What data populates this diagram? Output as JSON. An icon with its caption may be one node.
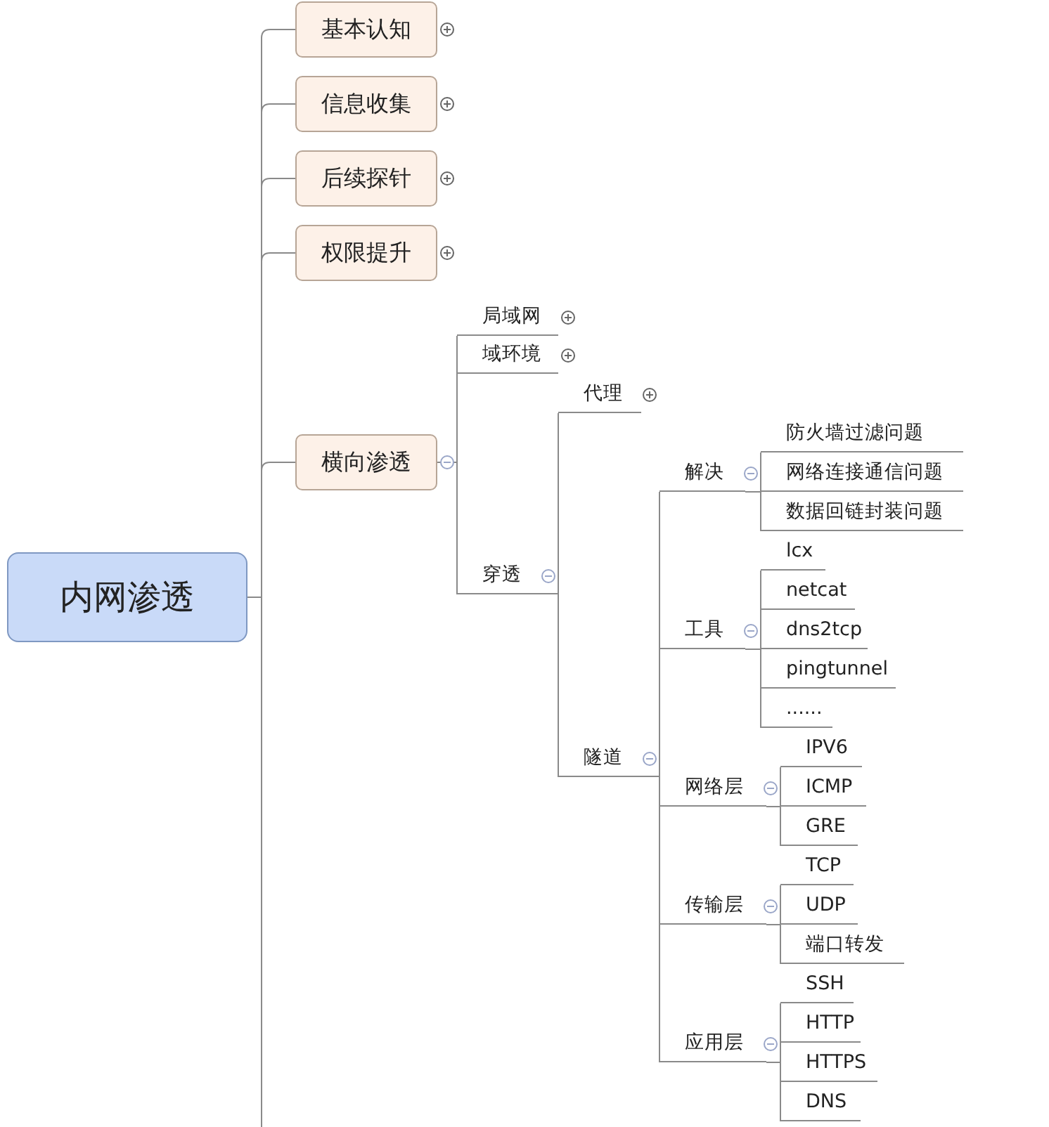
{
  "diagram": {
    "nodes": [
      {
        "text": [
          "内网渗透"
        ]
      },
      {
        "text": [
          "基本认知"
        ]
      },
      {
        "text": [
          "信息收集"
        ]
      },
      {
        "text": [
          "后续探针"
        ]
      },
      {
        "text": [
          "权限提升"
        ]
      },
      {
        "text": [
          "横向渗透"
        ]
      },
      {
        "text": [
          "局域网"
        ]
      },
      {
        "text": [
          "域环境"
        ]
      },
      {
        "text": [
          "穿透"
        ]
      },
      {
        "text": [
          "代理"
        ]
      },
      {
        "text": [
          "隧道"
        ]
      },
      {
        "text": [
          "解决"
        ]
      },
      {
        "text": [
          "防火墙过滤问题"
        ]
      },
      {
        "text": [
          "网络连接通信问题"
        ]
      },
      {
        "text": [
          "数据回链封装问题"
        ]
      },
      {
        "text": [
          "工具"
        ]
      },
      {
        "text": [
          "lcx"
        ]
      },
      {
        "text": [
          "netcat"
        ]
      },
      {
        "text": [
          "dns2tcp"
        ]
      },
      {
        "text": [
          "pingtunnel"
        ]
      },
      {
        "text": [
          "......"
        ]
      },
      {
        "text": [
          "网络层"
        ]
      },
      {
        "text": [
          "IPV6"
        ]
      },
      {
        "text": [
          "ICMP"
        ]
      },
      {
        "text": [
          "GRE"
        ]
      },
      {
        "text": [
          "传输层"
        ]
      },
      {
        "text": [
          "TCP"
        ]
      },
      {
        "text": [
          "UDP"
        ]
      },
      {
        "text": [
          "端口转发"
        ]
      },
      {
        "text": [
          "应用层"
        ]
      },
      {
        "text": [
          "SSH"
        ]
      },
      {
        "text": [
          "HTTP"
        ]
      },
      {
        "text": [
          "HTTPS"
        ]
      },
      {
        "text": [
          "DNS"
        ]
      }
    ],
    "edges": [
      {
        "from": 0,
        "to": 1,
        "arrow": "none"
      },
      {
        "from": 0,
        "to": 2,
        "arrow": "none"
      },
      {
        "from": 0,
        "to": 3,
        "arrow": "none"
      },
      {
        "from": 0,
        "to": 4,
        "arrow": "none"
      },
      {
        "from": 0,
        "to": 5,
        "arrow": "none"
      },
      {
        "from": 5,
        "to": 6,
        "arrow": "none"
      },
      {
        "from": 5,
        "to": 7,
        "arrow": "none"
      },
      {
        "from": 5,
        "to": 8,
        "arrow": "none"
      },
      {
        "from": 8,
        "to": 9,
        "arrow": "none"
      },
      {
        "from": 8,
        "to": 10,
        "arrow": "none"
      },
      {
        "from": 10,
        "to": 11,
        "arrow": "none"
      },
      {
        "from": 11,
        "to": 12,
        "arrow": "none"
      },
      {
        "from": 11,
        "to": 13,
        "arrow": "none"
      },
      {
        "from": 11,
        "to": 14,
        "arrow": "none"
      },
      {
        "from": 10,
        "to": 15,
        "arrow": "none"
      },
      {
        "from": 15,
        "to": 16,
        "arrow": "none"
      },
      {
        "from": 15,
        "to": 17,
        "arrow": "none"
      },
      {
        "from": 15,
        "to": 18,
        "arrow": "none"
      },
      {
        "from": 15,
        "to": 19,
        "arrow": "none"
      },
      {
        "from": 15,
        "to": 20,
        "arrow": "none"
      },
      {
        "from": 10,
        "to": 21,
        "arrow": "none"
      },
      {
        "from": 21,
        "to": 22,
        "arrow": "none"
      },
      {
        "from": 21,
        "to": 23,
        "arrow": "none"
      },
      {
        "from": 21,
        "to": 24,
        "arrow": "none"
      },
      {
        "from": 10,
        "to": 25,
        "arrow": "none"
      },
      {
        "from": 25,
        "to": 26,
        "arrow": "none"
      },
      {
        "from": 25,
        "to": 27,
        "arrow": "none"
      },
      {
        "from": 25,
        "to": 28,
        "arrow": "none"
      },
      {
        "from": 10,
        "to": 29,
        "arrow": "none"
      },
      {
        "from": 29,
        "to": 30,
        "arrow": "none"
      },
      {
        "from": 29,
        "to": 31,
        "arrow": "none"
      },
      {
        "from": 29,
        "to": 32,
        "arrow": "none"
      },
      {
        "from": 29,
        "to": 33,
        "arrow": "none"
      }
    ]
  }
}
